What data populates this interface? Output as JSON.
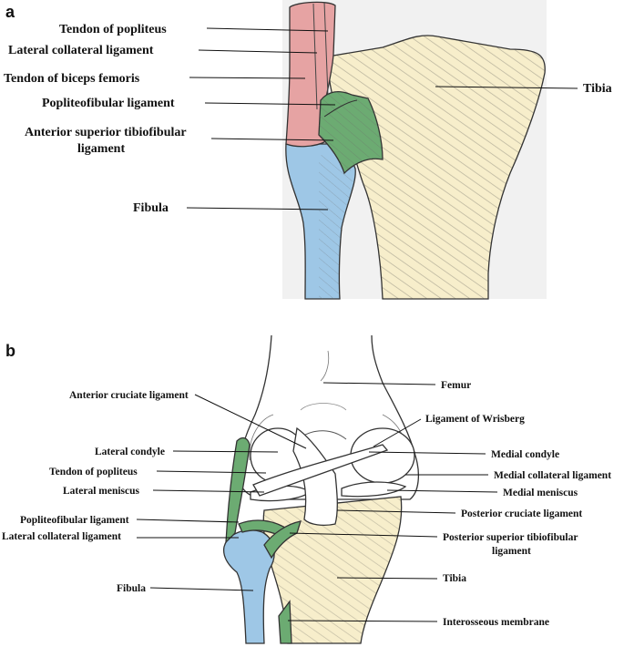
{
  "panel_a": {
    "letter": "a",
    "labels": {
      "tendon_of_popliteus": "Tendon of popliteus",
      "lateral_collateral_ligament": "Lateral collateral ligament",
      "tendon_of_biceps_femoris": "Tendon of biceps femoris",
      "popliteofibular_ligament": "Popliteofibular ligament",
      "anterior_superior_tibiofibular_line1": "Anterior superior tibiofibular",
      "anterior_superior_tibiofibular_line2": "ligament",
      "fibula": "Fibula",
      "tibia": "Tibia"
    },
    "colors": {
      "tendon": "#e6a3a3",
      "ligament": "#6cab72",
      "fibula": "#9ec7e6",
      "tibia": "#f7eecb",
      "background": "#f1f1f1"
    }
  },
  "panel_b": {
    "letter": "b",
    "labels": {
      "femur": "Femur",
      "anterior_cruciate_ligament": "Anterior cruciate ligament",
      "ligament_of_wrisberg": "Ligament of Wrisberg",
      "lateral_condyle": "Lateral condyle",
      "medial_condyle": "Medial condyle",
      "tendon_of_popliteus": "Tendon of popliteus",
      "medial_collateral_ligament": "Medial collateral ligament",
      "lateral_meniscus": "Lateral meniscus",
      "medial_meniscus": "Medial meniscus",
      "posterior_cruciate_ligament": "Posterior cruciate ligament",
      "popliteofibular_ligament": "Popliteofibular ligament",
      "lateral_collateral_ligament": "Lateral collateral ligament",
      "posterior_superior_tibiofibular_line1": "Posterior superior tibiofibular",
      "posterior_superior_tibiofibular_line2": "ligament",
      "tibia": "Tibia",
      "fibula": "Fibula",
      "interosseous_membrane": "Interosseous membrane"
    }
  }
}
